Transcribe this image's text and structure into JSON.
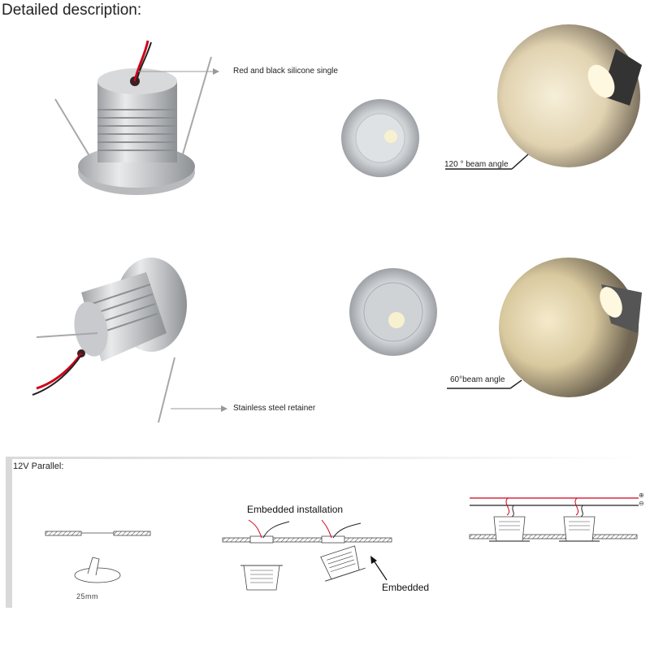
{
  "heading": "Detailed description:",
  "callouts": {
    "wire": "Red and black silicone single",
    "retainer": "Stainless steel retainer"
  },
  "beam_labels": {
    "wide": "120 ° beam angle",
    "narrow": "60°beam angle"
  },
  "section": {
    "title": "12V Parallel:",
    "hole_size": "25mm",
    "embedded_installation": "Embedded installation",
    "embedded": "Embedded",
    "wiring_positive": "⊕",
    "wiring_negative": "⊖"
  },
  "colors": {
    "aluminum": "#c7c9cb",
    "wire_red": "#d0021b",
    "wire_black": "#222222",
    "warm_light": "#e8dcc0",
    "section_bar": "#d9d9d9"
  }
}
